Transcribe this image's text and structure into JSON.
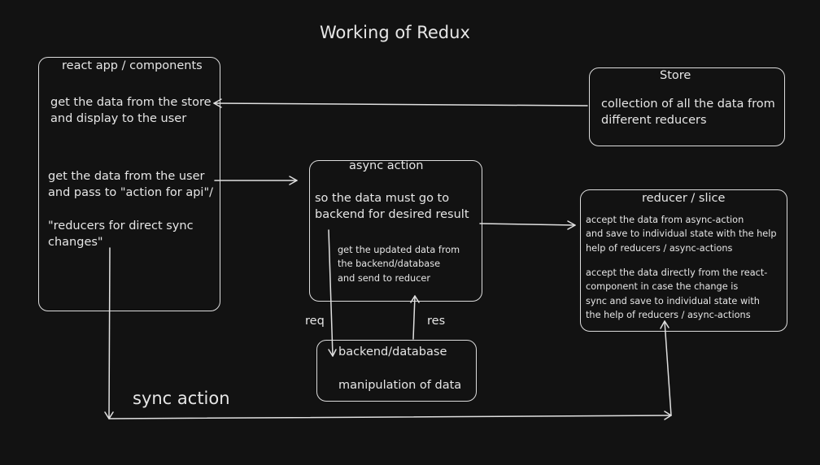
{
  "title": "Working of Redux",
  "react_app": {
    "heading": "react app / components",
    "text1": "get the data from the store\nand display to the user",
    "text2": "get the data from the user\nand pass to \"action for api\"/",
    "text3": "\"reducers for direct sync\n changes\""
  },
  "store": {
    "heading": "Store",
    "text": "collection of all the data from\ndifferent reducers"
  },
  "async_action": {
    "heading": "async action",
    "text1": "so the data must go to\nbackend for desired result",
    "text2": "get the updated data from\nthe backend/database\nand send to reducer"
  },
  "reducer_slice": {
    "heading": "reducer / slice",
    "text1": "accept the data from async-action\nand save to individual state with the help\nhelp of reducers / async-actions",
    "text2": "accept the data directly from the react-\ncomponent in case the change is\nsync and save to individual state with\nthe help of reducers / async-actions"
  },
  "backend": {
    "heading": "backend/database",
    "text": "manipulation of data"
  },
  "labels": {
    "req": "req",
    "res": "res",
    "sync_action": "sync action"
  }
}
